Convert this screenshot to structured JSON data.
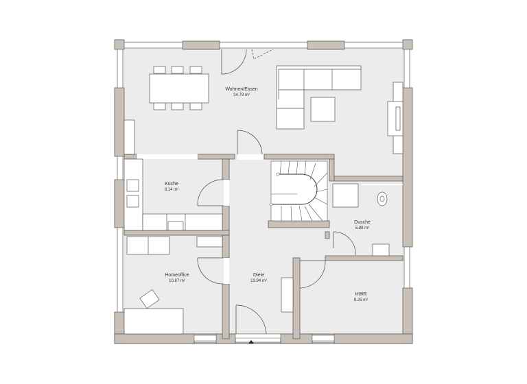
{
  "plan": {
    "colors": {
      "wall": "#c9c1b8",
      "wall_stroke": "#5a5a5a",
      "floor": "#ececec",
      "furniture": "#ffffff",
      "line": "#555555"
    },
    "rooms": [
      {
        "id": "wohnen",
        "name": "Wohnen/Essen",
        "area": "34.79 m²"
      },
      {
        "id": "kueche",
        "name": "Küche",
        "area": "8.14 m²"
      },
      {
        "id": "dusche",
        "name": "Dusche",
        "area": "5.89 m²"
      },
      {
        "id": "homeoffice",
        "name": "Homeoffice",
        "area": "10.87 m²"
      },
      {
        "id": "diele",
        "name": "Diele",
        "area": "13.94 m²"
      },
      {
        "id": "hwr",
        "name": "HWR",
        "area": "8.25 m²"
      }
    ],
    "entrance_marker": "entrance-arrow"
  }
}
